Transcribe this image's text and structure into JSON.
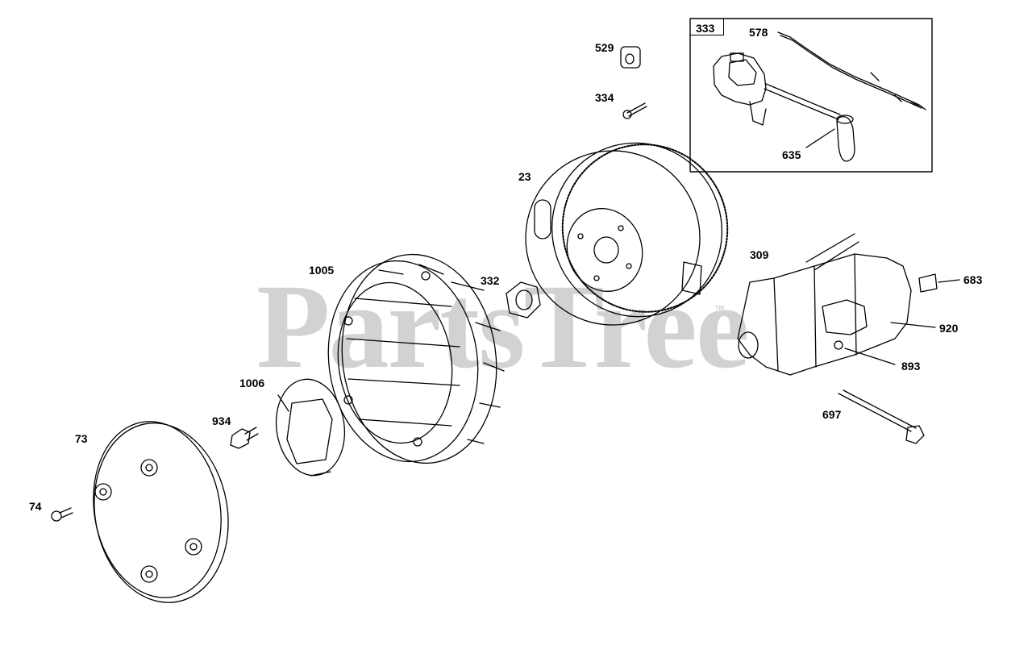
{
  "watermark": {
    "text": "PartsTree",
    "trademark": "™"
  },
  "inset": {
    "label": "333"
  },
  "callouts": {
    "p529": "529",
    "p334": "334",
    "p578": "578",
    "p635": "635",
    "p23": "23",
    "p309": "309",
    "p683": "683",
    "p920": "920",
    "p893": "893",
    "p697": "697",
    "p1005": "1005",
    "p332": "332",
    "p1006": "1006",
    "p934": "934",
    "p73": "73",
    "p74": "74"
  }
}
